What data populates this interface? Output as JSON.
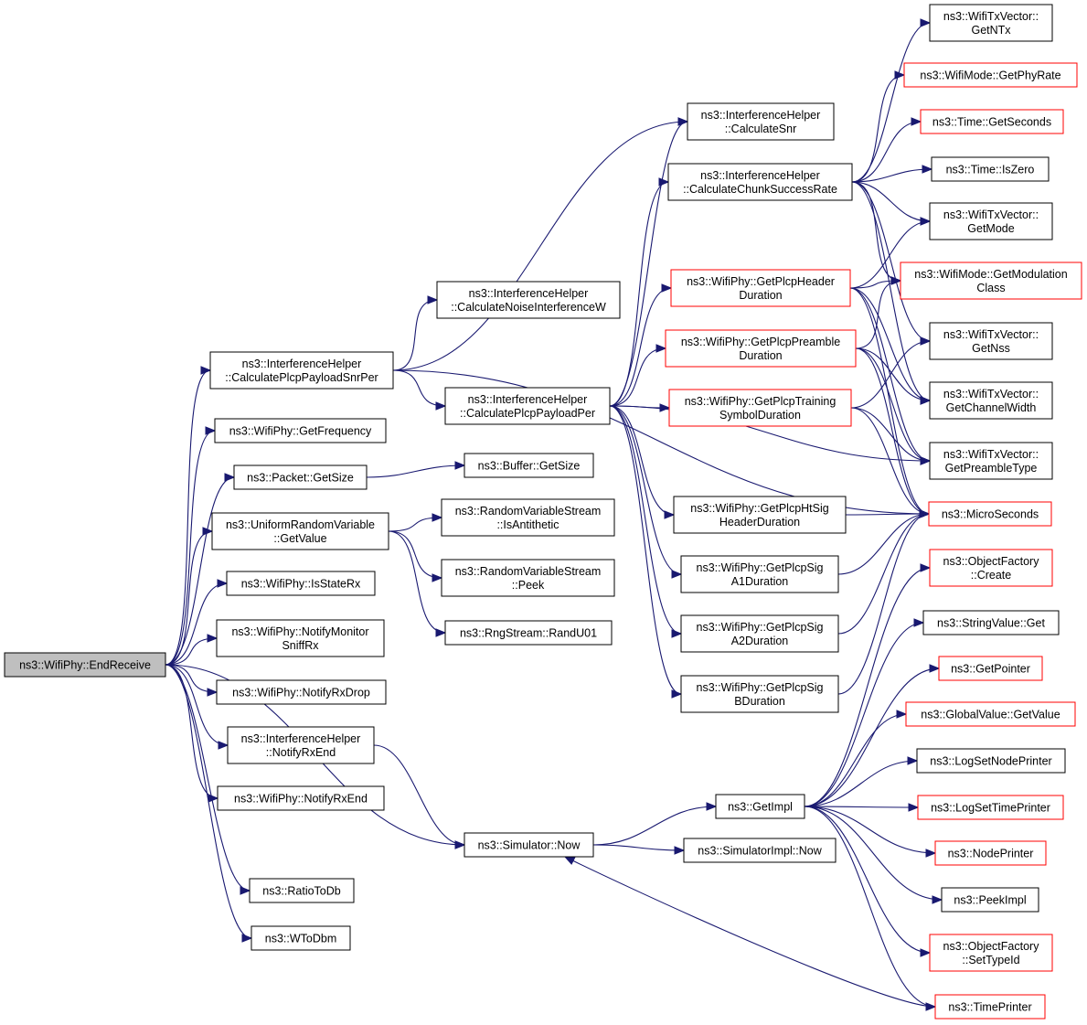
{
  "nodes": [
    {
      "id": "root",
      "lines": [
        "ns3::WifiPhy::EndReceive"
      ],
      "style": "root"
    },
    {
      "id": "cpsnr",
      "lines": [
        "ns3::InterferenceHelper",
        "::CalculatePlcpPayloadSnrPer"
      ],
      "style": "black"
    },
    {
      "id": "getfreq",
      "lines": [
        "ns3::WifiPhy::GetFrequency"
      ],
      "style": "black"
    },
    {
      "id": "pktsize",
      "lines": [
        "ns3::Packet::GetSize"
      ],
      "style": "black"
    },
    {
      "id": "urv",
      "lines": [
        "ns3::UniformRandomVariable",
        "::GetValue"
      ],
      "style": "black"
    },
    {
      "id": "isstaterx",
      "lines": [
        "ns3::WifiPhy::IsStateRx"
      ],
      "style": "black"
    },
    {
      "id": "notifymon",
      "lines": [
        "ns3::WifiPhy::NotifyMonitor",
        "SniffRx"
      ],
      "style": "black"
    },
    {
      "id": "notifydrop",
      "lines": [
        "ns3::WifiPhy::NotifyRxDrop"
      ],
      "style": "black"
    },
    {
      "id": "ihnotify",
      "lines": [
        "ns3::InterferenceHelper",
        "::NotifyRxEnd"
      ],
      "style": "black"
    },
    {
      "id": "notifyend",
      "lines": [
        "ns3::WifiPhy::NotifyRxEnd"
      ],
      "style": "black"
    },
    {
      "id": "simnow",
      "lines": [
        "ns3::Simulator::Now"
      ],
      "style": "black"
    },
    {
      "id": "ratiotodb",
      "lines": [
        "ns3::RatioToDb"
      ],
      "style": "black"
    },
    {
      "id": "wtodbm",
      "lines": [
        "ns3::WToDbm"
      ],
      "style": "black"
    },
    {
      "id": "cnoise",
      "lines": [
        "ns3::InterferenceHelper",
        "::CalculateNoiseInterferenceW"
      ],
      "style": "black"
    },
    {
      "id": "cppp",
      "lines": [
        "ns3::InterferenceHelper",
        "::CalculatePlcpPayloadPer"
      ],
      "style": "black"
    },
    {
      "id": "bufsize",
      "lines": [
        "ns3::Buffer::GetSize"
      ],
      "style": "black"
    },
    {
      "id": "rvsanti",
      "lines": [
        "ns3::RandomVariableStream",
        "::IsAntithetic"
      ],
      "style": "black"
    },
    {
      "id": "rvspeek",
      "lines": [
        "ns3::RandomVariableStream",
        "::Peek"
      ],
      "style": "black"
    },
    {
      "id": "randu01",
      "lines": [
        "ns3::RngStream::RandU01"
      ],
      "style": "black"
    },
    {
      "id": "getimpl",
      "lines": [
        "ns3::GetImpl"
      ],
      "style": "black"
    },
    {
      "id": "simimplnow",
      "lines": [
        "ns3::SimulatorImpl::Now"
      ],
      "style": "black"
    },
    {
      "id": "csnr",
      "lines": [
        "ns3::InterferenceHelper",
        "::CalculateSnr"
      ],
      "style": "black"
    },
    {
      "id": "ccsr",
      "lines": [
        "ns3::InterferenceHelper",
        "::CalculateChunkSuccessRate"
      ],
      "style": "black"
    },
    {
      "id": "hdrdur",
      "lines": [
        "ns3::WifiPhy::GetPlcpHeader",
        "Duration"
      ],
      "style": "red"
    },
    {
      "id": "predur",
      "lines": [
        "ns3::WifiPhy::GetPlcpPreamble",
        "Duration"
      ],
      "style": "red"
    },
    {
      "id": "traindur",
      "lines": [
        "ns3::WifiPhy::GetPlcpTraining",
        "SymbolDuration"
      ],
      "style": "red"
    },
    {
      "id": "htsig",
      "lines": [
        "ns3::WifiPhy::GetPlcpHtSig",
        "HeaderDuration"
      ],
      "style": "black"
    },
    {
      "id": "siga1",
      "lines": [
        "ns3::WifiPhy::GetPlcpSig",
        "A1Duration"
      ],
      "style": "black"
    },
    {
      "id": "siga2",
      "lines": [
        "ns3::WifiPhy::GetPlcpSig",
        "A2Duration"
      ],
      "style": "black"
    },
    {
      "id": "sigb",
      "lines": [
        "ns3::WifiPhy::GetPlcpSig",
        "BDuration"
      ],
      "style": "black"
    },
    {
      "id": "getntx",
      "lines": [
        "ns3::WifiTxVector::",
        "GetNTx"
      ],
      "style": "black"
    },
    {
      "id": "phyrate",
      "lines": [
        "ns3::WifiMode::GetPhyRate"
      ],
      "style": "red"
    },
    {
      "id": "getsecs",
      "lines": [
        "ns3::Time::GetSeconds"
      ],
      "style": "red"
    },
    {
      "id": "iszero",
      "lines": [
        "ns3::Time::IsZero"
      ],
      "style": "black"
    },
    {
      "id": "getmode",
      "lines": [
        "ns3::WifiTxVector::",
        "GetMode"
      ],
      "style": "black"
    },
    {
      "id": "modclass",
      "lines": [
        "ns3::WifiMode::GetModulation",
        "Class"
      ],
      "style": "red"
    },
    {
      "id": "getnss",
      "lines": [
        "ns3::WifiTxVector::",
        "GetNss"
      ],
      "style": "black"
    },
    {
      "id": "chanwidth",
      "lines": [
        "ns3::WifiTxVector::",
        "GetChannelWidth"
      ],
      "style": "black"
    },
    {
      "id": "pretype",
      "lines": [
        "ns3::WifiTxVector::",
        "GetPreambleType"
      ],
      "style": "black"
    },
    {
      "id": "microsecs",
      "lines": [
        "ns3::MicroSeconds"
      ],
      "style": "red"
    },
    {
      "id": "ofcreate",
      "lines": [
        "ns3::ObjectFactory",
        "::Create"
      ],
      "style": "red"
    },
    {
      "id": "strget",
      "lines": [
        "ns3::StringValue::Get"
      ],
      "style": "black"
    },
    {
      "id": "getptr",
      "lines": [
        "ns3::GetPointer"
      ],
      "style": "red"
    },
    {
      "id": "gvget",
      "lines": [
        "ns3::GlobalValue::GetValue"
      ],
      "style": "red"
    },
    {
      "id": "lognode",
      "lines": [
        "ns3::LogSetNodePrinter"
      ],
      "style": "black"
    },
    {
      "id": "logtime",
      "lines": [
        "ns3::LogSetTimePrinter"
      ],
      "style": "red"
    },
    {
      "id": "nodeprinter",
      "lines": [
        "ns3::NodePrinter"
      ],
      "style": "red"
    },
    {
      "id": "peekimpl",
      "lines": [
        "ns3::PeekImpl"
      ],
      "style": "black"
    },
    {
      "id": "settypeid",
      "lines": [
        "ns3::ObjectFactory",
        "::SetTypeId"
      ],
      "style": "red"
    },
    {
      "id": "timeprinter",
      "lines": [
        "ns3::TimePrinter"
      ],
      "style": "red"
    }
  ],
  "edges": [
    [
      "root",
      "cpsnr"
    ],
    [
      "root",
      "getfreq"
    ],
    [
      "root",
      "pktsize"
    ],
    [
      "root",
      "urv"
    ],
    [
      "root",
      "isstaterx"
    ],
    [
      "root",
      "notifymon"
    ],
    [
      "root",
      "notifydrop"
    ],
    [
      "root",
      "ihnotify"
    ],
    [
      "root",
      "notifyend"
    ],
    [
      "root",
      "simnow"
    ],
    [
      "root",
      "ratiotodb"
    ],
    [
      "root",
      "wtodbm"
    ],
    [
      "cpsnr",
      "cnoise"
    ],
    [
      "cpsnr",
      "cppp"
    ],
    [
      "cpsnr",
      "csnr"
    ],
    [
      "cpsnr",
      "microsecs"
    ],
    [
      "pktsize",
      "bufsize"
    ],
    [
      "urv",
      "rvsanti"
    ],
    [
      "urv",
      "rvspeek"
    ],
    [
      "urv",
      "randu01"
    ],
    [
      "ihnotify",
      "simnow"
    ],
    [
      "simnow",
      "getimpl"
    ],
    [
      "simnow",
      "simimplnow"
    ],
    [
      "cppp",
      "csnr"
    ],
    [
      "cppp",
      "ccsr"
    ],
    [
      "cppp",
      "hdrdur"
    ],
    [
      "cppp",
      "predur"
    ],
    [
      "cppp",
      "traindur"
    ],
    [
      "cppp",
      "htsig"
    ],
    [
      "cppp",
      "siga1"
    ],
    [
      "cppp",
      "siga2"
    ],
    [
      "cppp",
      "sigb"
    ],
    [
      "cppp",
      "pretype"
    ],
    [
      "ccsr",
      "getntx"
    ],
    [
      "ccsr",
      "phyrate"
    ],
    [
      "ccsr",
      "getsecs"
    ],
    [
      "ccsr",
      "iszero"
    ],
    [
      "ccsr",
      "getmode"
    ],
    [
      "ccsr",
      "modclass"
    ],
    [
      "ccsr",
      "getnss"
    ],
    [
      "ccsr",
      "chanwidth"
    ],
    [
      "hdrdur",
      "getmode"
    ],
    [
      "hdrdur",
      "modclass"
    ],
    [
      "hdrdur",
      "pretype"
    ],
    [
      "hdrdur",
      "microsecs"
    ],
    [
      "hdrdur",
      "chanwidth"
    ],
    [
      "predur",
      "modclass"
    ],
    [
      "predur",
      "pretype"
    ],
    [
      "predur",
      "microsecs"
    ],
    [
      "predur",
      "chanwidth"
    ],
    [
      "traindur",
      "pretype"
    ],
    [
      "traindur",
      "microsecs"
    ],
    [
      "traindur",
      "getnss"
    ],
    [
      "htsig",
      "microsecs"
    ],
    [
      "siga1",
      "microsecs"
    ],
    [
      "siga2",
      "microsecs"
    ],
    [
      "sigb",
      "microsecs"
    ],
    [
      "getimpl",
      "ofcreate"
    ],
    [
      "getimpl",
      "strget"
    ],
    [
      "getimpl",
      "getptr"
    ],
    [
      "getimpl",
      "gvget"
    ],
    [
      "getimpl",
      "lognode"
    ],
    [
      "getimpl",
      "logtime"
    ],
    [
      "getimpl",
      "nodeprinter"
    ],
    [
      "getimpl",
      "peekimpl"
    ],
    [
      "getimpl",
      "settypeid"
    ],
    [
      "getimpl",
      "timeprinter"
    ],
    [
      "timeprinter",
      "simnow"
    ]
  ]
}
